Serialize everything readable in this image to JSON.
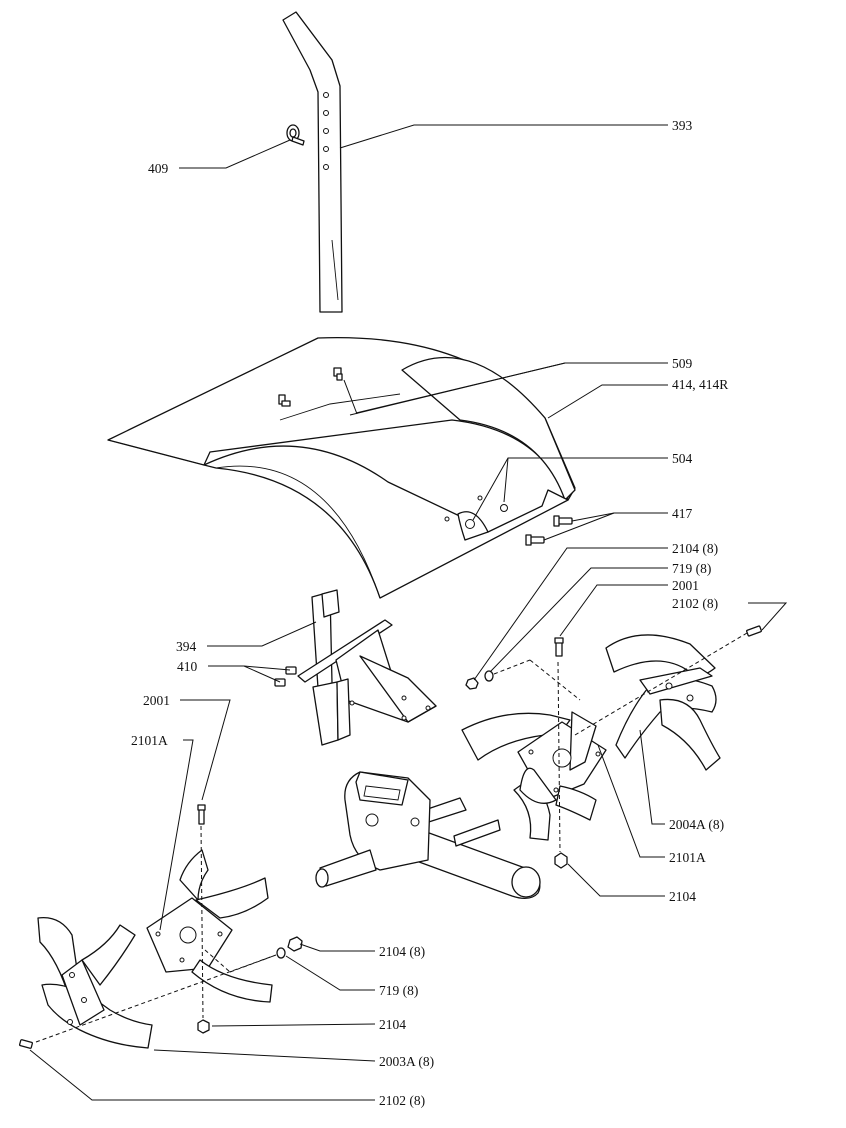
{
  "labels": {
    "l393": "393",
    "l409": "409",
    "l509": "509",
    "l414": "414, 414R",
    "l504": "504",
    "l417": "417",
    "l2104_r": "2104 (8)",
    "l719_r": "719 (8)",
    "l2001_r": "2001",
    "l2102_r": "2102 (8)",
    "l394": "394",
    "l410": "410",
    "l2001_l": "2001",
    "l2101A_l": "2101A",
    "l2004A": "2004A (8)",
    "l2101A_r": "2101A",
    "l2104_m": "2104",
    "l2104_l": "2104 (8)",
    "l719_l": "719 (8)",
    "l2104_b": "2104",
    "l2003A": "2003A (8)",
    "l2102_l": "2102 (8)"
  }
}
